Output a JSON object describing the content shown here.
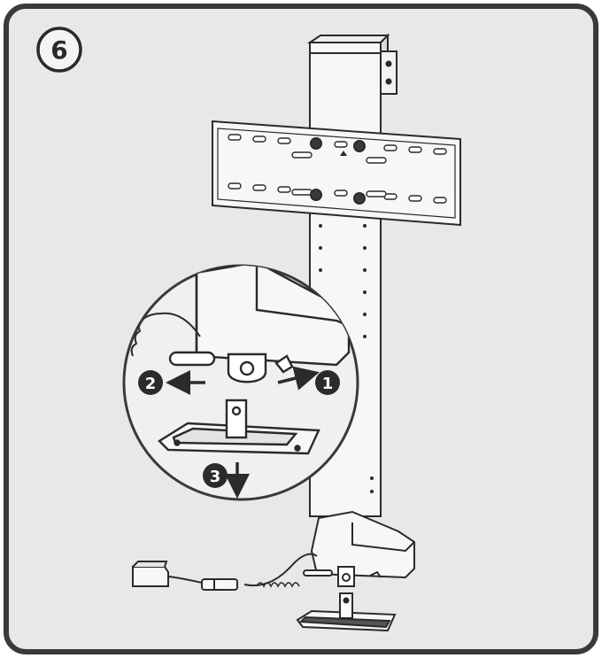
{
  "step": {
    "number": "6"
  },
  "callouts": [
    {
      "label": "1",
      "meaning": "push-pin-toward-bracket"
    },
    {
      "label": "2",
      "meaning": "pull-pin-out"
    },
    {
      "label": "3",
      "meaning": "lower-base-plate"
    }
  ],
  "colors": {
    "panel_bg": "#e8e8e8",
    "frame": "#3a3a3a",
    "lens_bg": "#f0f0f0",
    "metal": "#f7f7f7",
    "stroke": "#2a2a2a",
    "callout": "#2b2b2b"
  },
  "icons": {
    "step_badge": "circled-number",
    "arrows": "arrow-icon"
  }
}
